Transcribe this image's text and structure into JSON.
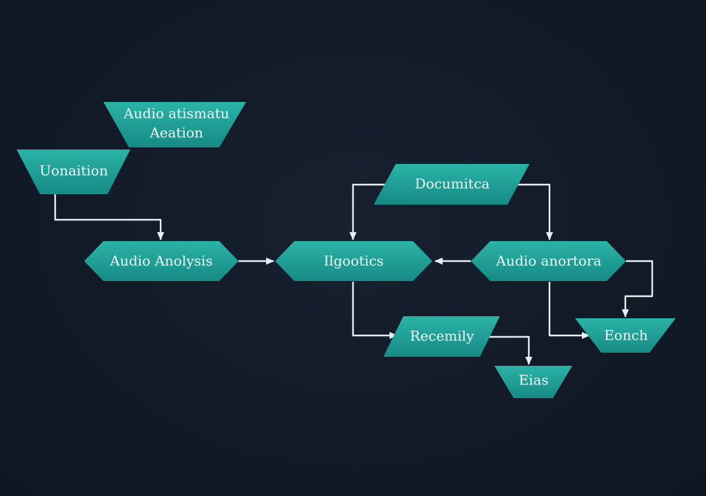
{
  "colors": {
    "background": "#131c29",
    "node_fill_top": "#2bb3a6",
    "node_fill_bottom": "#178a86",
    "connector": "#e8eef2",
    "label": "#eaf6f5"
  },
  "nodes": [
    {
      "id": "audio-automation",
      "lines": [
        "Audio atismatu",
        "Aeation"
      ],
      "shape": "trapezoid-inverted"
    },
    {
      "id": "conation",
      "lines": [
        "Uonaition"
      ],
      "shape": "trapezoid-inverted"
    },
    {
      "id": "audio-analysis",
      "lines": [
        "Audio Anolysis"
      ],
      "shape": "hexagon"
    },
    {
      "id": "igootics",
      "lines": [
        "Ilgootics"
      ],
      "shape": "hexagon"
    },
    {
      "id": "documitca",
      "lines": [
        "Documitca"
      ],
      "shape": "parallelogram"
    },
    {
      "id": "audio-anortora",
      "lines": [
        "Audio anortora"
      ],
      "shape": "hexagon"
    },
    {
      "id": "recemily",
      "lines": [
        "Recemily"
      ],
      "shape": "parallelogram"
    },
    {
      "id": "bias",
      "lines": [
        "Eias"
      ],
      "shape": "trapezoid-inverted"
    },
    {
      "id": "eonch",
      "lines": [
        "Eonch"
      ],
      "shape": "trapezoid-inverted"
    }
  ],
  "edges": [
    {
      "from": "conation",
      "to": "audio-analysis"
    },
    {
      "from": "audio-analysis",
      "to": "igootics"
    },
    {
      "from": "documitca",
      "to": "igootics"
    },
    {
      "from": "documitca",
      "to": "audio-anortora"
    },
    {
      "from": "audio-anortora",
      "to": "igootics"
    },
    {
      "from": "audio-anortora",
      "to": "eonch"
    },
    {
      "from": "audio-anortora",
      "to": "eonch",
      "route": "right"
    },
    {
      "from": "igootics",
      "to": "recemily"
    },
    {
      "from": "recemily",
      "to": "bias"
    }
  ]
}
